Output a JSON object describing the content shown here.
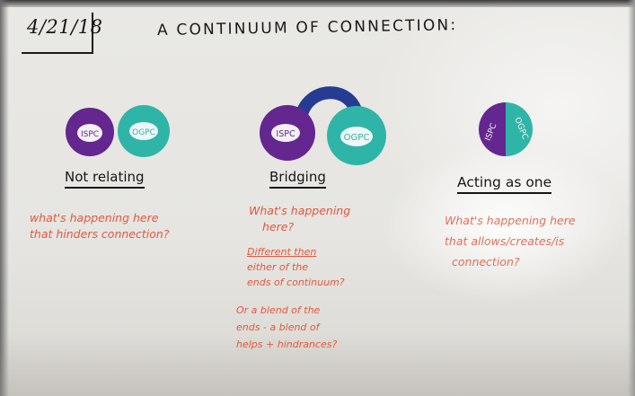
{
  "whiteboard": {
    "date": "4/21/18",
    "title": "A CONTINUUM OF CONNECTION:",
    "circle_left_text": "ISPC",
    "circle_right_text": "OGPC",
    "colors": {
      "purple": "#64268f",
      "teal": "#2fb5a8",
      "navy": "#263c93",
      "marker_red": "#e4573d",
      "marker_black": "#151515"
    },
    "stages": [
      {
        "label": "Not relating",
        "notes": [
          "what's happening here",
          "that hinders connection?"
        ]
      },
      {
        "label": "Bridging",
        "notes": [
          "What's happening",
          "here?",
          "Different then",
          "either of the",
          "ends of continuum?",
          "Or a blend of the",
          "ends - a blend of",
          "helps + hindrances?"
        ]
      },
      {
        "label": "Acting as one",
        "notes": [
          "What's happening here",
          "that allows/creates/is",
          "connection?"
        ]
      }
    ]
  }
}
